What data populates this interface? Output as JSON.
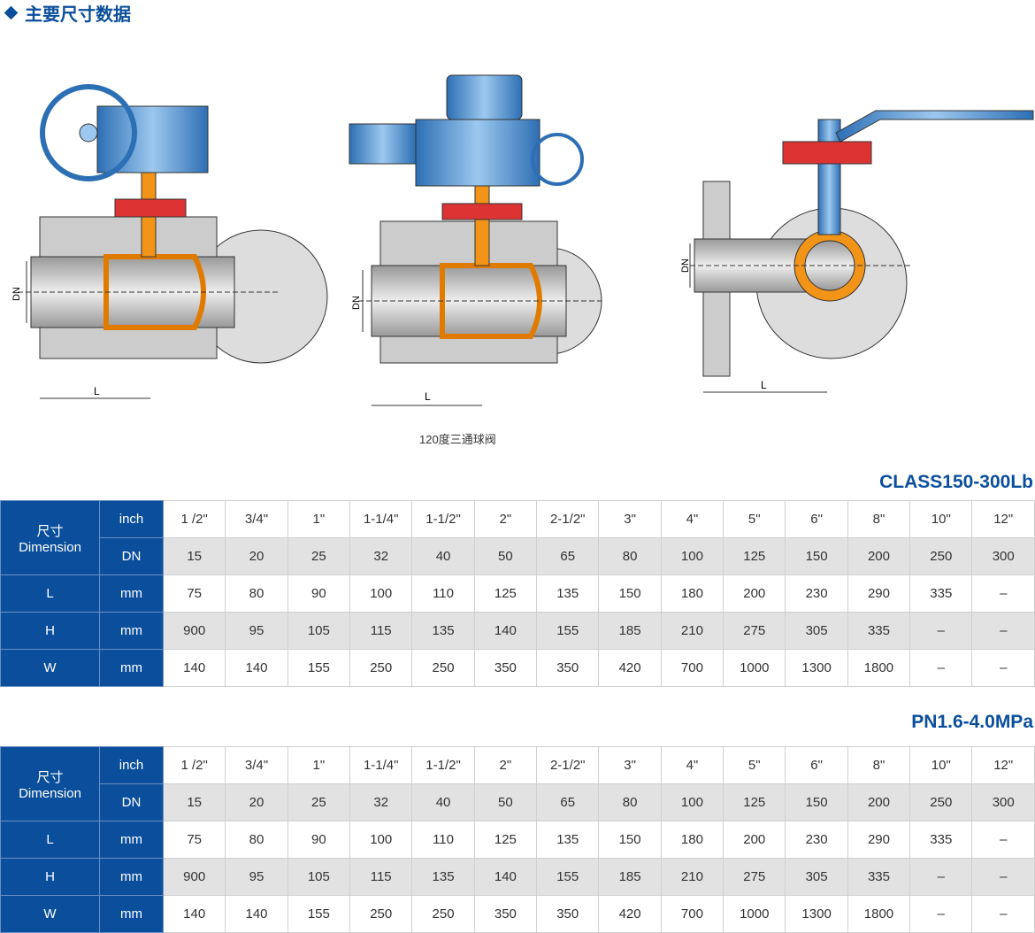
{
  "page_title": "主要尺寸数据",
  "drawings": {
    "labels": {
      "dn": "DN",
      "l": "L"
    },
    "caption": "120度三通球阀"
  },
  "tables": [
    {
      "title": "CLASS150-300Lb",
      "header_main": "尺寸",
      "header_sub": "Dimension",
      "rows": [
        {
          "label": "",
          "unit": "inch",
          "values": [
            "1 /2\"",
            "3/4\"",
            "1\"",
            "1-1/4\"",
            "1-1/2\"",
            "2\"",
            "2-1/2\"",
            "3\"",
            "4\"",
            "5\"",
            "6\"",
            "8\"",
            "10\"",
            "12\""
          ]
        },
        {
          "label": "",
          "unit": "DN",
          "values": [
            "15",
            "20",
            "25",
            "32",
            "40",
            "50",
            "65",
            "80",
            "100",
            "125",
            "150",
            "200",
            "250",
            "300"
          ]
        },
        {
          "label": "L",
          "unit": "mm",
          "values": [
            "75",
            "80",
            "90",
            "100",
            "110",
            "125",
            "135",
            "150",
            "180",
            "200",
            "230",
            "290",
            "335",
            "–"
          ]
        },
        {
          "label": "H",
          "unit": "mm",
          "values": [
            "900",
            "95",
            "105",
            "115",
            "135",
            "140",
            "155",
            "185",
            "210",
            "275",
            "305",
            "335",
            "–",
            "–"
          ]
        },
        {
          "label": "W",
          "unit": "mm",
          "values": [
            "140",
            "140",
            "155",
            "250",
            "250",
            "350",
            "350",
            "420",
            "700",
            "1000",
            "1300",
            "1800",
            "–",
            "–"
          ]
        }
      ]
    },
    {
      "title": "PN1.6-4.0MPa",
      "header_main": "尺寸",
      "header_sub": "Dimension",
      "rows": [
        {
          "label": "",
          "unit": "inch",
          "values": [
            "1 /2\"",
            "3/4\"",
            "1\"",
            "1-1/4\"",
            "1-1/2\"",
            "2\"",
            "2-1/2\"",
            "3\"",
            "4\"",
            "5\"",
            "6\"",
            "8\"",
            "10\"",
            "12\""
          ]
        },
        {
          "label": "",
          "unit": "DN",
          "values": [
            "15",
            "20",
            "25",
            "32",
            "40",
            "50",
            "65",
            "80",
            "100",
            "125",
            "150",
            "200",
            "250",
            "300"
          ]
        },
        {
          "label": "L",
          "unit": "mm",
          "values": [
            "75",
            "80",
            "90",
            "100",
            "110",
            "125",
            "135",
            "150",
            "180",
            "200",
            "230",
            "290",
            "335",
            "–"
          ]
        },
        {
          "label": "H",
          "unit": "mm",
          "values": [
            "900",
            "95",
            "105",
            "115",
            "135",
            "140",
            "155",
            "185",
            "210",
            "275",
            "305",
            "335",
            "–",
            "–"
          ]
        },
        {
          "label": "W",
          "unit": "mm",
          "values": [
            "140",
            "140",
            "155",
            "250",
            "250",
            "350",
            "350",
            "420",
            "700",
            "1000",
            "1300",
            "1800",
            "–",
            "–"
          ]
        }
      ]
    }
  ]
}
